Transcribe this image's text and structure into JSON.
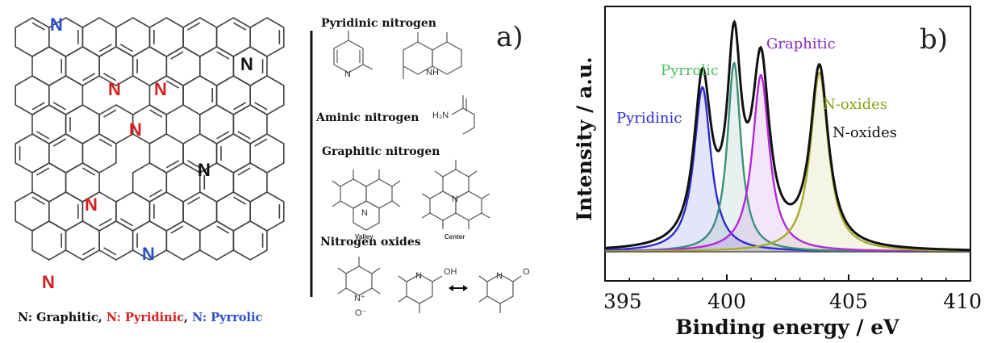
{
  "panel_a": {
    "label": "a)",
    "atoms": {
      "N": "N",
      "NH": "NH",
      "H2N": "H₂N",
      "OH": "OH",
      "O": "O",
      "N_plus": "N⁺",
      "O_minus": "O⁻"
    },
    "sections": {
      "pyridinic": "Pyridinic nitrogen",
      "aminic": "Aminic nitrogen",
      "graphitic": "Graphitic nitrogen",
      "oxides": "Nitrogen oxides"
    },
    "valley_label": "Valley",
    "center_label": "Center",
    "caption": {
      "part1": "N: Graphitic, ",
      "part2": "N: Pyridinic",
      "part3": ", ",
      "part4": "N: Pyrrolic"
    },
    "colors": {
      "graphitic": "#111111",
      "pyridinic": "#d62020",
      "pyrrolic": "#2a4fc9"
    }
  },
  "chart_data": {
    "type": "line",
    "label": "b)",
    "xlabel": "Binding energy / eV",
    "ylabel": "Intensity / a.u.",
    "xlim": [
      395,
      410
    ],
    "x_ticks": [
      395,
      400,
      405,
      410
    ],
    "x_tick_labels": [
      "395",
      "400",
      "405",
      "410"
    ],
    "y_ticks_shown": false,
    "peaks": [
      {
        "name": "Pyridinic",
        "center": 399.0,
        "height": 0.68,
        "width": 0.42,
        "color": "#2b2bd1"
      },
      {
        "name": "Pyrrolic",
        "center": 400.3,
        "height": 0.78,
        "width": 0.34,
        "color": "#3d8f7a"
      },
      {
        "name": "Graphitic",
        "center": 401.4,
        "height": 0.73,
        "width": 0.42,
        "color": "#b02ad6"
      },
      {
        "name": "N-oxides",
        "center": 403.8,
        "height": 0.74,
        "width": 0.45,
        "color": "#a3ad28"
      }
    ],
    "envelope": {
      "color": "#111111"
    },
    "annotations": [
      {
        "text": "Pyridinic",
        "color": "#2b2bd1"
      },
      {
        "text": "Pyrrolic",
        "color": "#4bbf5c"
      },
      {
        "text": "Graphitic",
        "color": "#8a2ab7"
      },
      {
        "text": "N-oxides",
        "color": "#8f9e14"
      },
      {
        "text": "N-oxides",
        "color": "#111111"
      }
    ]
  }
}
